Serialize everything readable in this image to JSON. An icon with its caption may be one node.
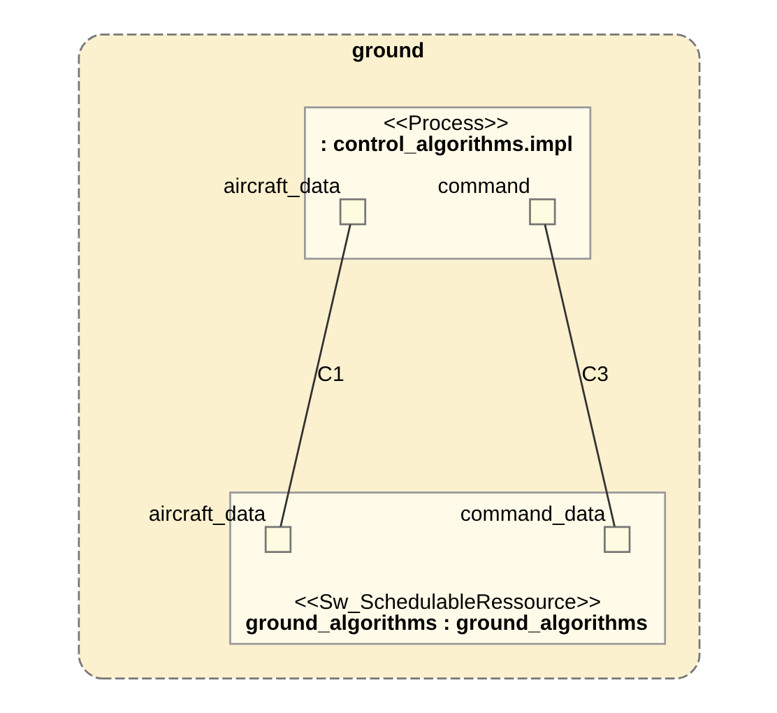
{
  "diagram": {
    "nodes": [
      {
        "text": [
          "ground"
        ]
      },
      {
        "text": [
          "<<Process>>",
          ": control_algorithms.impl"
        ],
        "in": 0
      },
      {
        "text": [],
        "shape": "box",
        "beside": [
          "aircraft_data"
        ],
        "in": 1
      },
      {
        "text": [],
        "shape": "box",
        "beside": [
          "command"
        ],
        "in": 1
      },
      {
        "text": [
          "<<Sw_SchedulableRessource>>",
          "ground_algorithms : ground_algorithms"
        ],
        "in": 0
      },
      {
        "text": [],
        "shape": "box",
        "beside": [
          "aircraft_data"
        ],
        "in": 4
      },
      {
        "text": [],
        "shape": "box",
        "beside": [
          "command_data"
        ],
        "in": 4
      }
    ],
    "edges": [
      {
        "from": 2,
        "to": 5,
        "arrow": "none",
        "label": "C1"
      },
      {
        "from": 3,
        "to": 6,
        "arrow": "none",
        "label": "C3"
      }
    ]
  }
}
